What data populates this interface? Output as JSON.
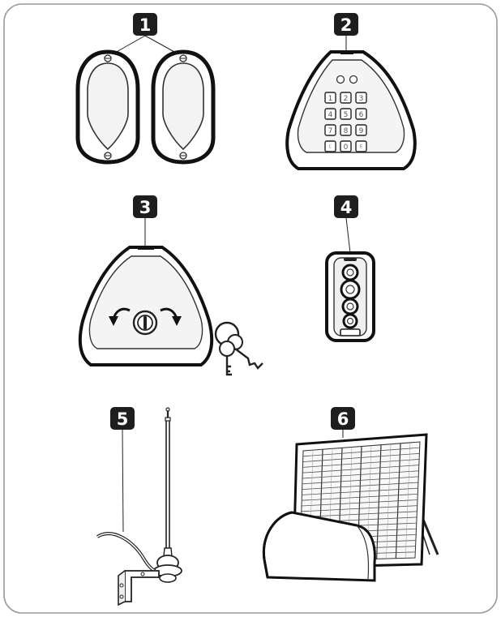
{
  "items": [
    {
      "number": "1",
      "icon": "photocell-pair-icon"
    },
    {
      "number": "2",
      "icon": "keypad-icon"
    },
    {
      "number": "3",
      "icon": "key-switch-icon"
    },
    {
      "number": "4",
      "icon": "remote-control-icon"
    },
    {
      "number": "5",
      "icon": "antenna-icon"
    },
    {
      "number": "6",
      "icon": "solar-panel-icon"
    }
  ],
  "keypad": {
    "keys": [
      "1",
      "2",
      "3",
      "4",
      "5",
      "6",
      "7",
      "8",
      "9",
      "C",
      "0",
      "E"
    ]
  },
  "colors": {
    "badge": "#1e1e1e",
    "outline": "#222222",
    "frame": "#9a9a9a",
    "panel_fill": "#f4f4f4"
  }
}
